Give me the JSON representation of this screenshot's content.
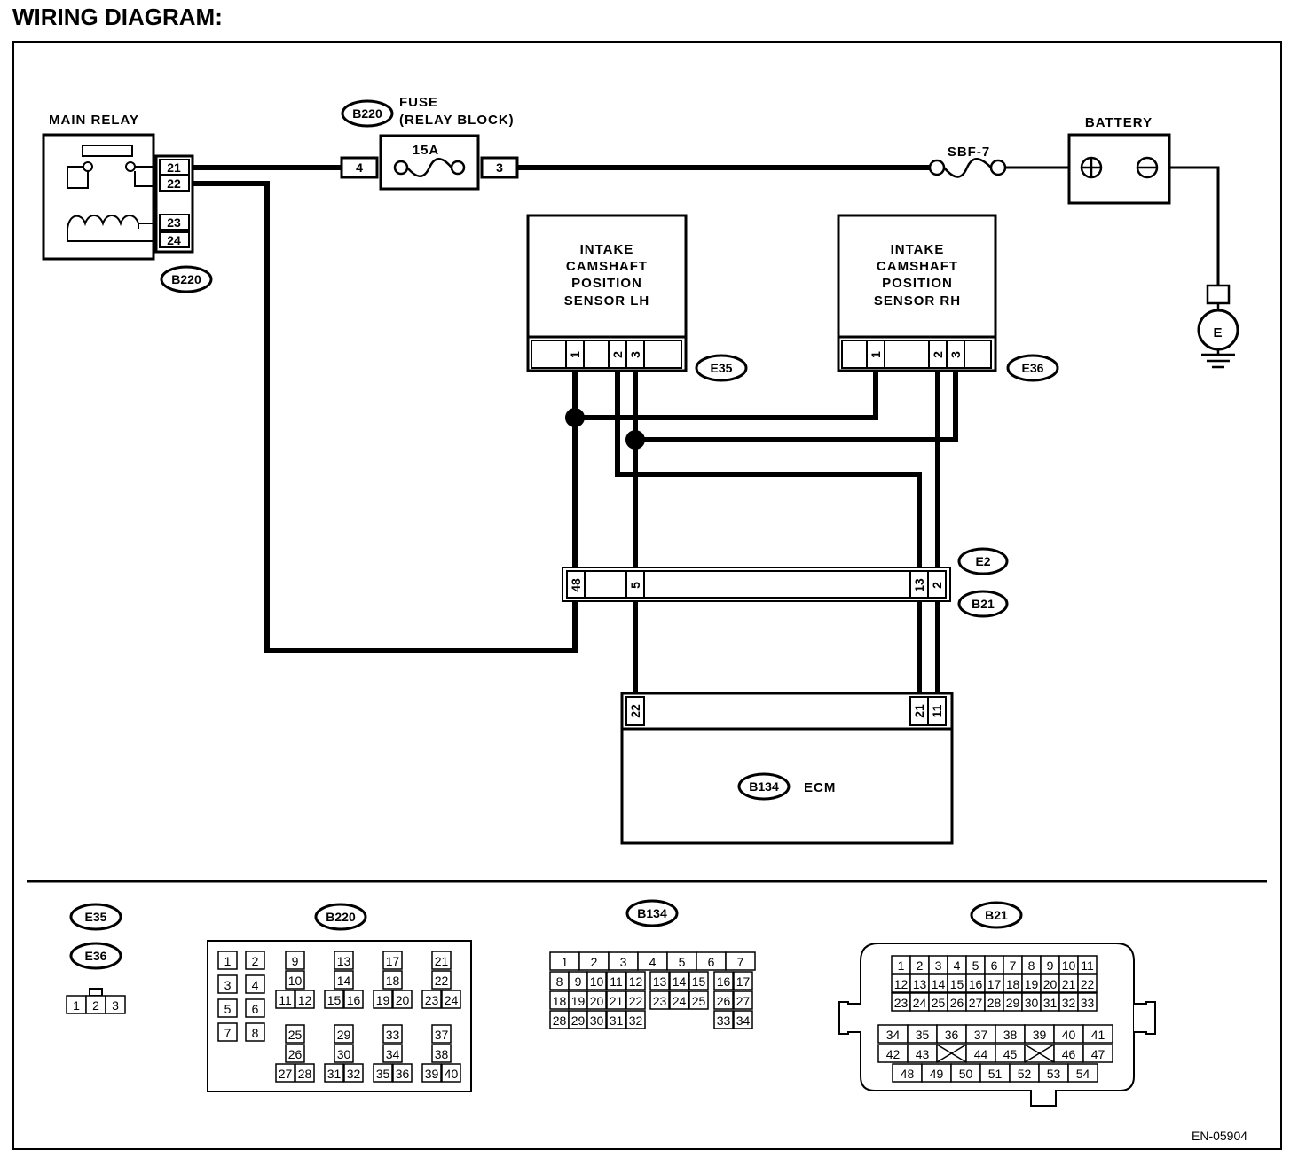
{
  "title": "WIRING DIAGRAM:",
  "doc_code": "EN-05904",
  "components": {
    "main_relay": {
      "label": "MAIN RELAY",
      "connector": "B220",
      "pins": [
        "21",
        "22",
        "23",
        "24"
      ]
    },
    "fuse": {
      "label_line1": "FUSE",
      "label_line2": "(RELAY BLOCK)",
      "connector": "B220",
      "rating": "15A",
      "pin_in": "4",
      "pin_out": "3"
    },
    "sbf": {
      "label": "SBF-7"
    },
    "battery": {
      "label": "BATTERY"
    },
    "ground": {
      "label": "E"
    },
    "sensor_lh": {
      "lines": [
        "INTAKE",
        "CAMSHAFT",
        "POSITION",
        "SENSOR LH"
      ],
      "connector": "E35",
      "pins": [
        "1",
        "2",
        "3"
      ]
    },
    "sensor_rh": {
      "lines": [
        "INTAKE",
        "CAMSHAFT",
        "POSITION",
        "SENSOR RH"
      ],
      "connector": "E36",
      "pins": [
        "1",
        "2",
        "3"
      ]
    },
    "joint": {
      "connector_top": "E2",
      "connector_bottom": "B21",
      "pins": [
        "48",
        "5",
        "13",
        "2"
      ]
    },
    "ecm": {
      "label": "ECM",
      "connector": "B134",
      "pins": [
        "22",
        "21",
        "11"
      ]
    }
  },
  "legend": {
    "e35_e36": {
      "tags": [
        "E35",
        "E36"
      ],
      "pins": [
        "1",
        "2",
        "3"
      ]
    },
    "b220": {
      "tag": "B220",
      "left_pins": [
        "1",
        "2",
        "3",
        "4",
        "5",
        "6",
        "7",
        "8"
      ],
      "groups": [
        [
          "9",
          "10",
          "11",
          "12"
        ],
        [
          "13",
          "14",
          "15",
          "16"
        ],
        [
          "17",
          "18",
          "19",
          "20"
        ],
        [
          "21",
          "22",
          "23",
          "24"
        ],
        [
          "25",
          "26",
          "27",
          "28"
        ],
        [
          "29",
          "30",
          "31",
          "32"
        ],
        [
          "33",
          "34",
          "35",
          "36"
        ],
        [
          "37",
          "38",
          "39",
          "40"
        ]
      ]
    },
    "b134": {
      "tag": "B134",
      "rows": [
        [
          "1",
          "2",
          "3",
          "4",
          "5",
          "6",
          "7"
        ],
        [
          "8",
          "9",
          "10",
          "11",
          "12",
          "13",
          "14",
          "15",
          "16",
          "17"
        ],
        [
          "18",
          "19",
          "20",
          "21",
          "22",
          "23",
          "24",
          "25",
          "26",
          "27"
        ],
        [
          "28",
          "29",
          "30",
          "31",
          "32",
          "33",
          "34"
        ]
      ]
    },
    "b21": {
      "tag": "B21",
      "rows": [
        [
          "1",
          "2",
          "3",
          "4",
          "5",
          "6",
          "7",
          "8",
          "9",
          "10",
          "11"
        ],
        [
          "12",
          "13",
          "14",
          "15",
          "16",
          "17",
          "18",
          "19",
          "20",
          "21",
          "22"
        ],
        [
          "23",
          "24",
          "25",
          "26",
          "27",
          "28",
          "29",
          "30",
          "31",
          "32",
          "33"
        ],
        [
          "34",
          "35",
          "36",
          "37",
          "38",
          "39",
          "40",
          "41"
        ],
        [
          "42",
          "43",
          "44",
          "45",
          "46",
          "47"
        ],
        [
          "48",
          "49",
          "50",
          "51",
          "52",
          "53",
          "54"
        ]
      ]
    }
  }
}
